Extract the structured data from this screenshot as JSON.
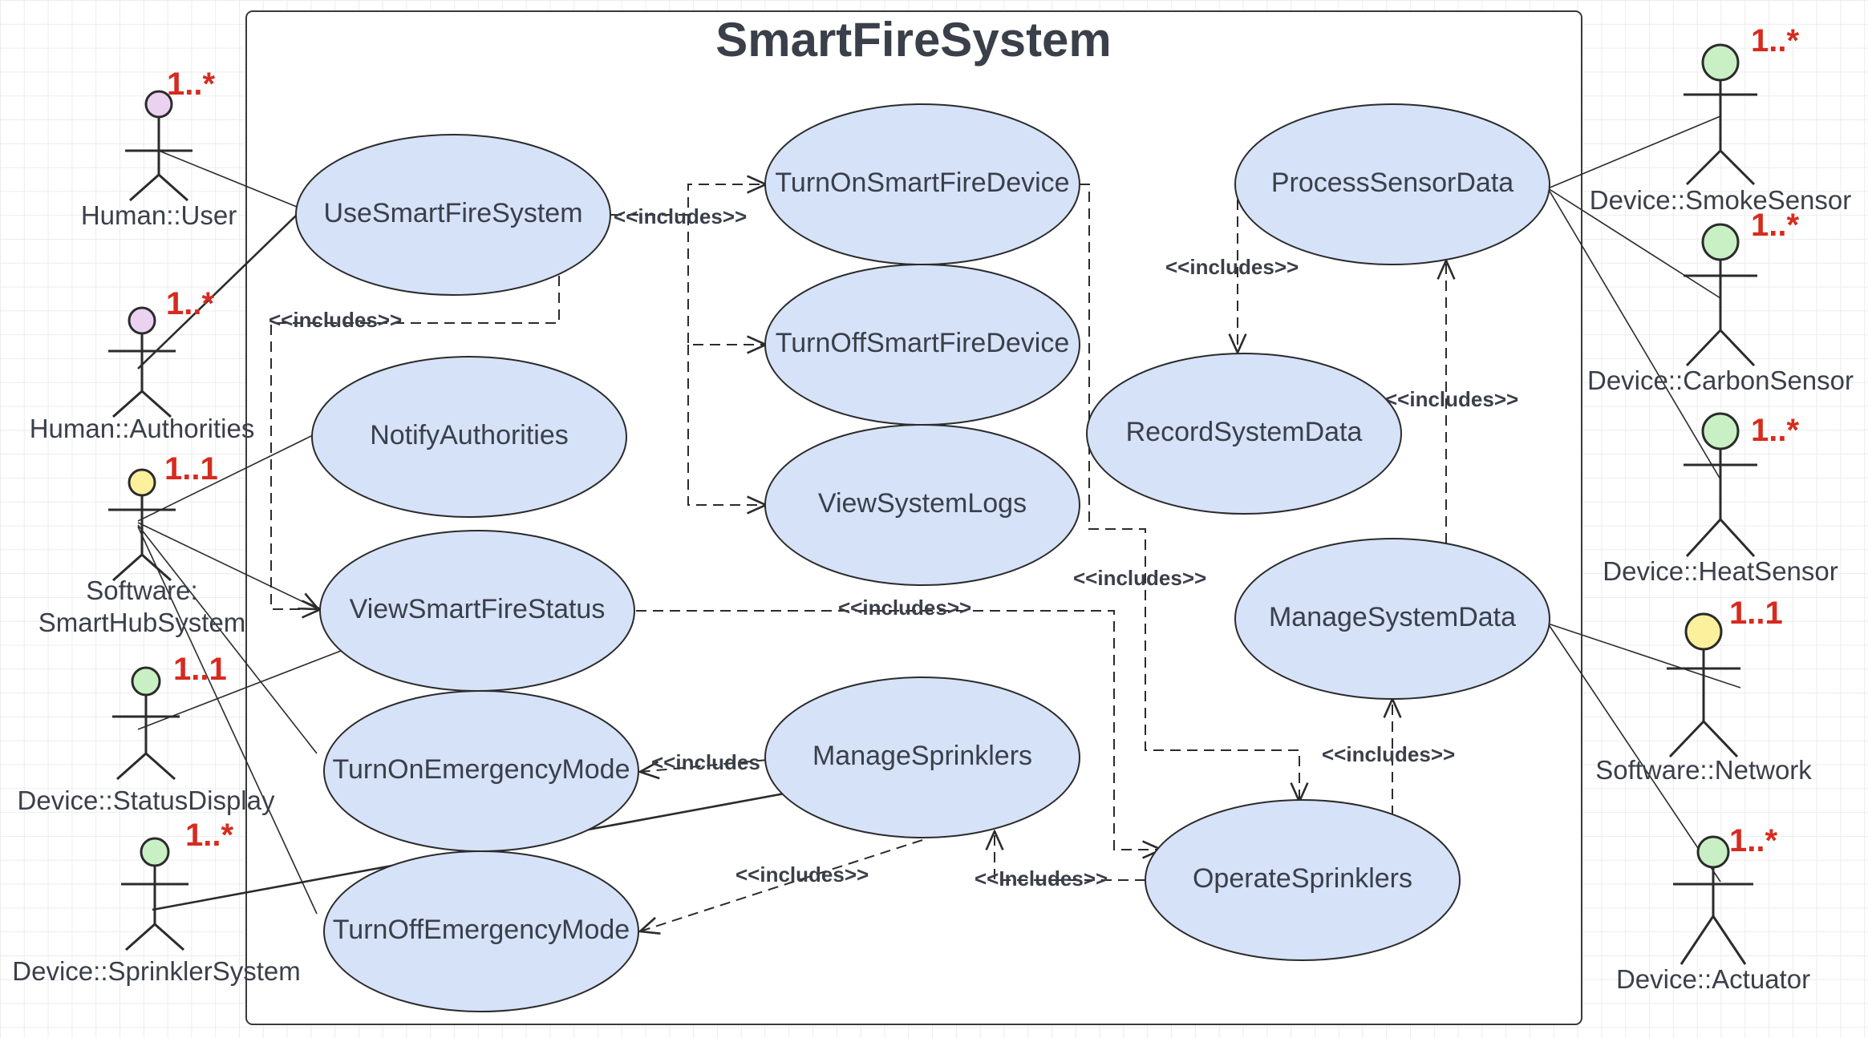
{
  "system": {
    "title": "SmartFireSystem"
  },
  "colors": {
    "usecase_fill": "#d5e2f8",
    "outline": "#2b2b2b",
    "multiplicity": "#d62b1f",
    "head_purple": "#ead2f0",
    "head_yellow": "#fdf09c",
    "head_green": "#c9f0c4"
  },
  "use_cases": {
    "use_smart_fire_system": "UseSmartFireSystem",
    "turn_on_device": "TurnOnSmartFireDevice",
    "turn_off_device": "TurnOffSmartFireDevice",
    "view_system_logs": "ViewSystemLogs",
    "process_sensor_data": "ProcessSensorData",
    "record_system_data": "RecordSystemData",
    "notify_authorities": "NotifyAuthorities",
    "view_smart_fire_status": "ViewSmartFireStatus",
    "manage_system_data": "ManageSystemData",
    "turn_on_emergency_mode": "TurnOnEmergencyMode",
    "manage_sprinklers": "ManageSprinklers",
    "turn_off_emergency_mode": "TurnOffEmergencyMode",
    "operate_sprinklers": "OperateSprinklers"
  },
  "actors": {
    "human_user": {
      "name": "Human::User",
      "multiplicity": "1..*",
      "head": "purple"
    },
    "human_authorities": {
      "name": "Human::Authorities",
      "multiplicity": "1..*",
      "head": "purple"
    },
    "smart_hub": {
      "name_line1": "Software:",
      "name_line2": "SmartHubSystem",
      "multiplicity": "1..1",
      "head": "yellow"
    },
    "status_display": {
      "name": "Device::StatusDisplay",
      "multiplicity": "1..1",
      "head": "green"
    },
    "sprinkler_system": {
      "name": "Device::SprinklerSystem",
      "multiplicity": "1..*",
      "head": "green"
    },
    "smoke_sensor": {
      "name": "Device::SmokeSensor",
      "multiplicity": "1..*",
      "head": "green"
    },
    "carbon_sensor": {
      "name": "Device::CarbonSensor",
      "multiplicity": "1..*",
      "head": "green"
    },
    "heat_sensor": {
      "name": "Device::HeatSensor",
      "multiplicity": "1..*",
      "head": "green"
    },
    "network": {
      "name": "Software::Network",
      "multiplicity": "1..1",
      "head": "yellow"
    },
    "actuator": {
      "name": "Device::Actuator",
      "multiplicity": "1..*",
      "head": "green"
    }
  },
  "relationships": {
    "include_use_devices": "<<includes>>",
    "include_use_status": "<<includes>>",
    "include_process_record": "<<includes>>",
    "include_manage_process": "<<includes>>",
    "include_turnon_operate": "<<includes>>",
    "include_status_operate": "<<includes>>",
    "include_sprinklers_emergency_on": "<<includes",
    "include_operate_managedata": "<<includes>>",
    "include_sprinklers_emergency_off": "<<includes>>",
    "include_operate_sprinklers": "<<Includes>>"
  }
}
